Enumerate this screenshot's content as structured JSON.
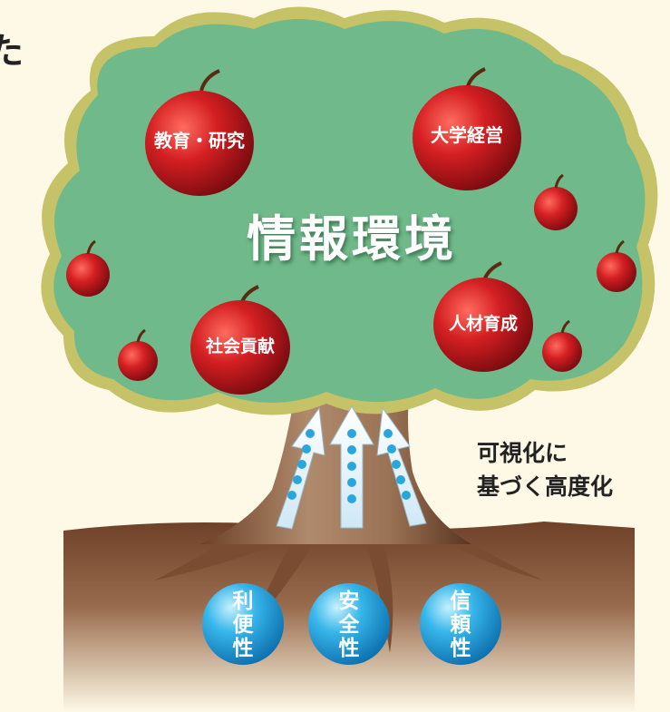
{
  "corner_glyph": "た",
  "title": "情報環境",
  "fruits": {
    "education_research": "教育・研究",
    "university_management": "大学経営",
    "social_contribution": "社会貢献",
    "talent_development": "人材育成"
  },
  "trunk_caption": {
    "line1": "可視化に",
    "line2": "基づく高度化"
  },
  "roots": {
    "convenience": [
      "利",
      "便",
      "性"
    ],
    "safety": [
      "安",
      "全",
      "性"
    ],
    "reliability": [
      "信",
      "頼",
      "性"
    ]
  },
  "colors": {
    "background": "#fdf9e6",
    "canopy": "#6fb98a",
    "canopy_edge": "#c6c268",
    "apple": "#c8161d",
    "trunk": "#8e5e3e",
    "soil": "#7b4f34",
    "sphere": "#2aa6df",
    "title_text": "#ffffff"
  }
}
